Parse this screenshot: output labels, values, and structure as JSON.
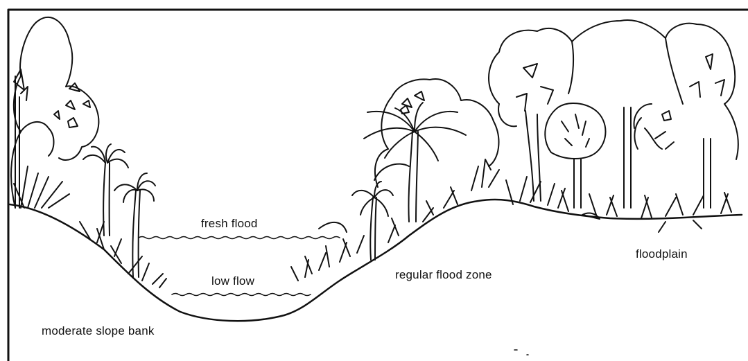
{
  "labels": {
    "fresh_flood": "fresh flood",
    "low_flow": "low flow",
    "moderate_slope_bank": "moderate slope bank",
    "regular_flood_zone": "regular flood zone",
    "floodplain": "floodplain"
  },
  "colors": {
    "ink": "#111111",
    "background": "#ffffff"
  }
}
